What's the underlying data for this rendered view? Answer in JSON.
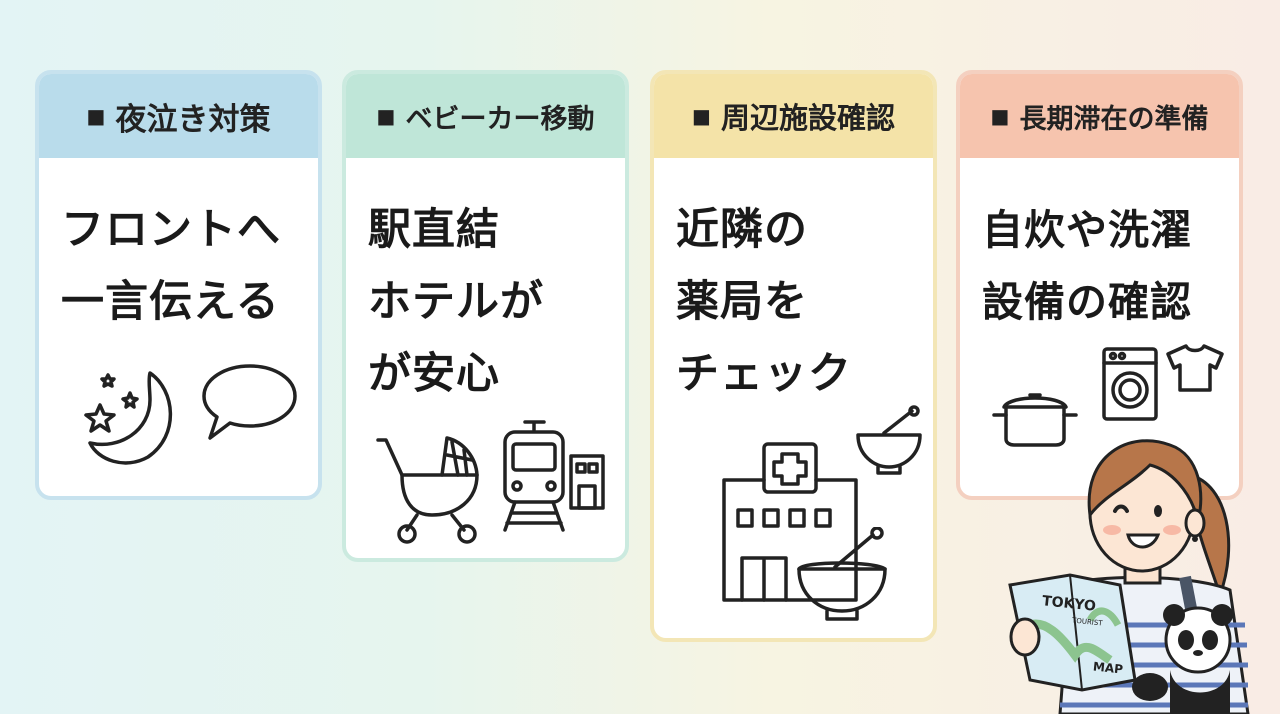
{
  "cards": [
    {
      "header": "夜泣き対策",
      "lines": [
        "フロントへ",
        "一言伝える"
      ],
      "header_color": "#b9dceb",
      "border_color": "#c7e2ee",
      "icons": [
        "moon-stars-icon",
        "speech-bubble-icon"
      ]
    },
    {
      "header": "ベビーカー移動",
      "lines": [
        "駅直結",
        "ホテルが",
        "が安心"
      ],
      "header_color": "#bfe6d8",
      "border_color": "#cbeadf",
      "icons": [
        "stroller-icon",
        "train-icon",
        "building-icon"
      ]
    },
    {
      "header": "周辺施設確認",
      "lines": [
        "近隣の",
        "薬局を",
        "チェック"
      ],
      "header_color": "#f4e3a8",
      "border_color": "#f3e6b6",
      "icons": [
        "hospital-icon",
        "mortar-pestle-icon"
      ]
    },
    {
      "header": "長期滞在の準備",
      "lines": [
        "自炊や洗濯",
        "設備の確認"
      ],
      "header_color": "#f6c4ae",
      "border_color": "#f4d0c0",
      "icons": [
        "cooking-pot-icon",
        "washing-machine-icon",
        "t-shirt-icon"
      ]
    }
  ],
  "marker": "■",
  "map": {
    "title": "TOKYO",
    "subtitle": "TOURIST",
    "label": "MAP"
  }
}
